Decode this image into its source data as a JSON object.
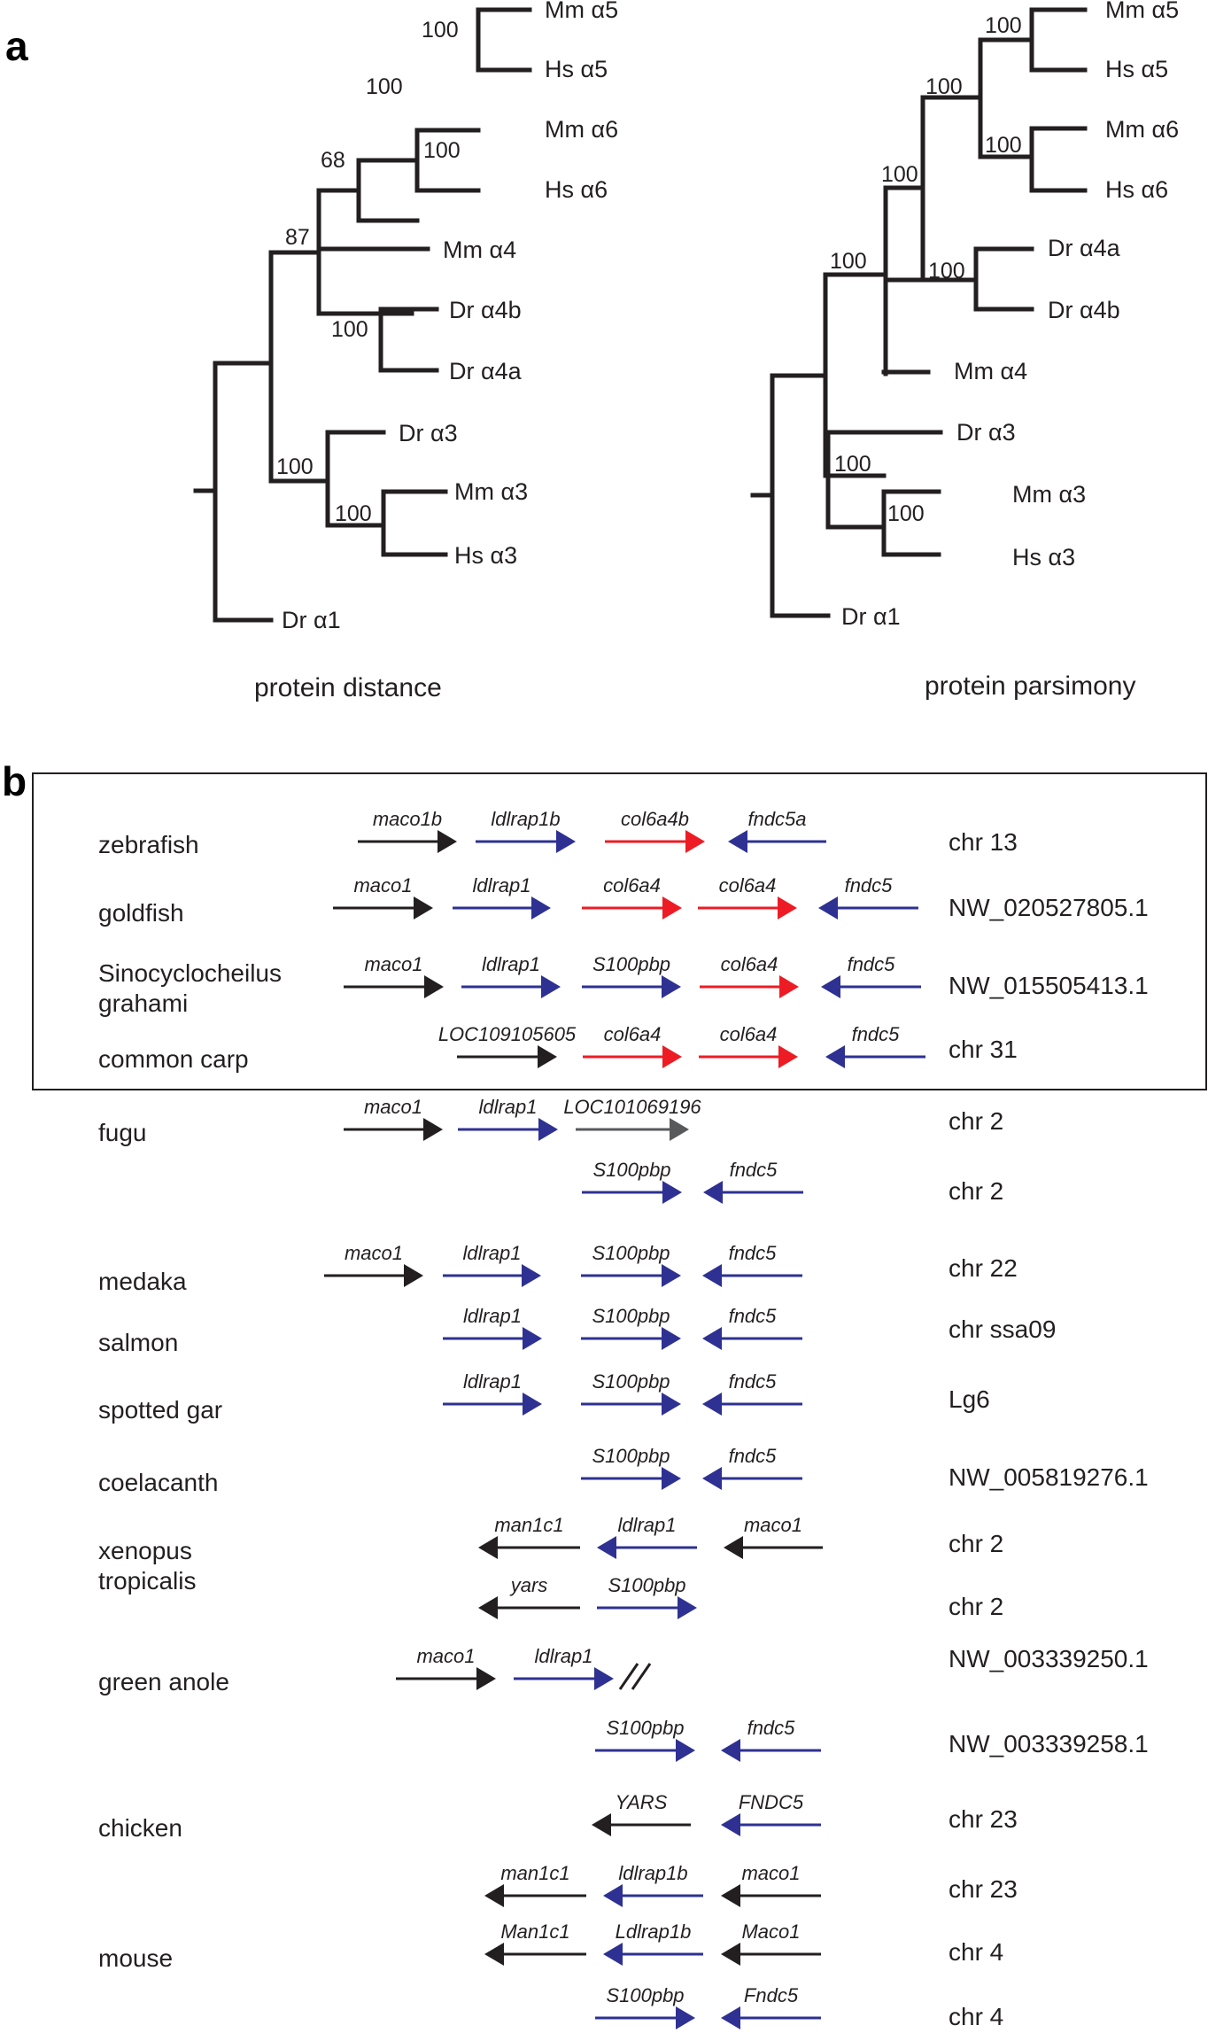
{
  "panel_a": {
    "label": "a",
    "tree_left": {
      "caption": "protein distance",
      "leaves": [
        "Mm α5",
        "Hs α5",
        "Mm α6",
        "Hs α6",
        "Mm α4",
        "Dr α4b",
        "Dr α4a",
        "Dr α3",
        "Mm α3",
        "Hs α3",
        "Dr α1"
      ],
      "bootstraps": [
        "100",
        "100",
        "100",
        "68",
        "87",
        "100",
        "100",
        "100"
      ]
    },
    "tree_right": {
      "caption": "protein parsimony",
      "leaves": [
        "Mm α5",
        "Hs α5",
        "Mm α6",
        "Hs α6",
        "Dr α4a",
        "Dr α4b",
        "Mm α4",
        "Dr α3",
        "Mm α3",
        "Hs α3",
        "Dr α1"
      ],
      "bootstraps": [
        "100",
        "100",
        "100",
        "100",
        "100",
        "100",
        "100",
        "100"
      ]
    }
  },
  "panel_b": {
    "label": "b",
    "colors": {
      "black": "#231f20",
      "blue": "#2e3192",
      "red": "#ed1c24",
      "grey": "#58595b"
    },
    "rows": [
      {
        "species": "zebrafish",
        "chrom": "chr 13",
        "genes": [
          {
            "name": "maco1b",
            "dir": "right",
            "color": "black"
          },
          {
            "name": "ldlrap1b",
            "dir": "right",
            "color": "blue"
          },
          {
            "name": "col6a4b",
            "dir": "right",
            "color": "red"
          },
          {
            "name": "fndc5a",
            "dir": "left",
            "color": "blue"
          }
        ]
      },
      {
        "species": "goldfish",
        "chrom": "NW_020527805.1",
        "genes": [
          {
            "name": "maco1",
            "dir": "right",
            "color": "black"
          },
          {
            "name": "ldlrap1",
            "dir": "right",
            "color": "blue"
          },
          {
            "name": "col6a4",
            "dir": "right",
            "color": "red"
          },
          {
            "name": "col6a4",
            "dir": "right",
            "color": "red"
          },
          {
            "name": "fndc5",
            "dir": "left",
            "color": "blue"
          }
        ]
      },
      {
        "species": "Sinocyclocheilus",
        "species_line2": "grahami",
        "chrom": "NW_015505413.1",
        "genes": [
          {
            "name": "maco1",
            "dir": "right",
            "color": "black"
          },
          {
            "name": "ldlrap1",
            "dir": "right",
            "color": "blue"
          },
          {
            "name": "S100pbp",
            "dir": "right",
            "color": "blue"
          },
          {
            "name": "col6a4",
            "dir": "right",
            "color": "red"
          },
          {
            "name": "fndc5",
            "dir": "left",
            "color": "blue"
          }
        ]
      },
      {
        "species": "common carp",
        "chrom": "chr 31",
        "genes": [
          {
            "name": "LOC109105605",
            "dir": "right",
            "color": "black"
          },
          {
            "name": "col6a4",
            "dir": "right",
            "color": "red"
          },
          {
            "name": "col6a4",
            "dir": "right",
            "color": "red"
          },
          {
            "name": "fndc5",
            "dir": "left",
            "color": "blue"
          }
        ]
      },
      {
        "species": "fugu",
        "chrom": "chr 2",
        "genes": [
          {
            "name": "maco1",
            "dir": "right",
            "color": "black"
          },
          {
            "name": "ldlrap1",
            "dir": "right",
            "color": "blue"
          },
          {
            "name": "LOC101069196",
            "dir": "right",
            "color": "grey"
          }
        ]
      },
      {
        "species": "",
        "chrom": "chr 2",
        "genes": [
          {
            "name": "S100pbp",
            "dir": "right",
            "color": "blue"
          },
          {
            "name": "fndc5",
            "dir": "left",
            "color": "blue"
          }
        ]
      },
      {
        "species": "medaka",
        "chrom": "chr 22",
        "genes": [
          {
            "name": "maco1",
            "dir": "right",
            "color": "black"
          },
          {
            "name": "ldlrap1",
            "dir": "right",
            "color": "blue"
          },
          {
            "name": "S100pbp",
            "dir": "right",
            "color": "blue"
          },
          {
            "name": "fndc5",
            "dir": "left",
            "color": "blue"
          }
        ]
      },
      {
        "species": "salmon",
        "chrom": "chr ssa09",
        "genes": [
          {
            "name": "ldlrap1",
            "dir": "right",
            "color": "blue"
          },
          {
            "name": "S100pbp",
            "dir": "right",
            "color": "blue"
          },
          {
            "name": "fndc5",
            "dir": "left",
            "color": "blue"
          }
        ]
      },
      {
        "species": "spotted gar",
        "chrom": "Lg6",
        "genes": [
          {
            "name": "ldlrap1",
            "dir": "right",
            "color": "blue"
          },
          {
            "name": "S100pbp",
            "dir": "right",
            "color": "blue"
          },
          {
            "name": "fndc5",
            "dir": "left",
            "color": "blue"
          }
        ]
      },
      {
        "species": "coelacanth",
        "chrom": "NW_005819276.1",
        "genes": [
          {
            "name": "S100pbp",
            "dir": "right",
            "color": "blue"
          },
          {
            "name": "fndc5",
            "dir": "left",
            "color": "blue"
          }
        ]
      },
      {
        "species": "xenopus",
        "species_line2": "tropicalis",
        "chrom": "chr 2",
        "genes": [
          {
            "name": "man1c1",
            "dir": "left",
            "color": "black"
          },
          {
            "name": "ldlrap1",
            "dir": "left",
            "color": "blue"
          },
          {
            "name": "maco1",
            "dir": "left",
            "color": "black"
          }
        ]
      },
      {
        "species": "",
        "chrom": "chr 2",
        "genes": [
          {
            "name": "yars",
            "dir": "left",
            "color": "black"
          },
          {
            "name": "S100pbp",
            "dir": "right",
            "color": "blue"
          }
        ]
      },
      {
        "species": "green anole",
        "chrom": "NW_003339250.1",
        "genes": [
          {
            "name": "maco1",
            "dir": "right",
            "color": "black"
          },
          {
            "name": "ldlrap1",
            "dir": "right",
            "color": "blue"
          }
        ]
      },
      {
        "species": "",
        "chrom": "NW_003339258.1",
        "genes": [
          {
            "name": "S100pbp",
            "dir": "right",
            "color": "blue"
          },
          {
            "name": "fndc5",
            "dir": "left",
            "color": "blue"
          }
        ]
      },
      {
        "species": "chicken",
        "chrom": "chr 23",
        "genes": [
          {
            "name": "YARS",
            "dir": "left",
            "color": "black"
          },
          {
            "name": "FNDC5",
            "dir": "left",
            "color": "blue"
          }
        ]
      },
      {
        "species": "",
        "chrom": "chr 23",
        "genes": [
          {
            "name": "man1c1",
            "dir": "left",
            "color": "black"
          },
          {
            "name": "ldlrap1b",
            "dir": "left",
            "color": "blue"
          },
          {
            "name": "maco1",
            "dir": "left",
            "color": "black"
          }
        ]
      },
      {
        "species": "mouse",
        "chrom": "chr 4",
        "genes": [
          {
            "name": "Man1c1",
            "dir": "left",
            "color": "black"
          },
          {
            "name": "Ldlrap1b",
            "dir": "left",
            "color": "blue"
          },
          {
            "name": "Maco1",
            "dir": "left",
            "color": "black"
          }
        ]
      },
      {
        "species": "",
        "chrom": "chr 4",
        "genes": [
          {
            "name": "S100pbp",
            "dir": "right",
            "color": "blue"
          },
          {
            "name": "Fndc5",
            "dir": "left",
            "color": "blue"
          }
        ]
      }
    ]
  }
}
